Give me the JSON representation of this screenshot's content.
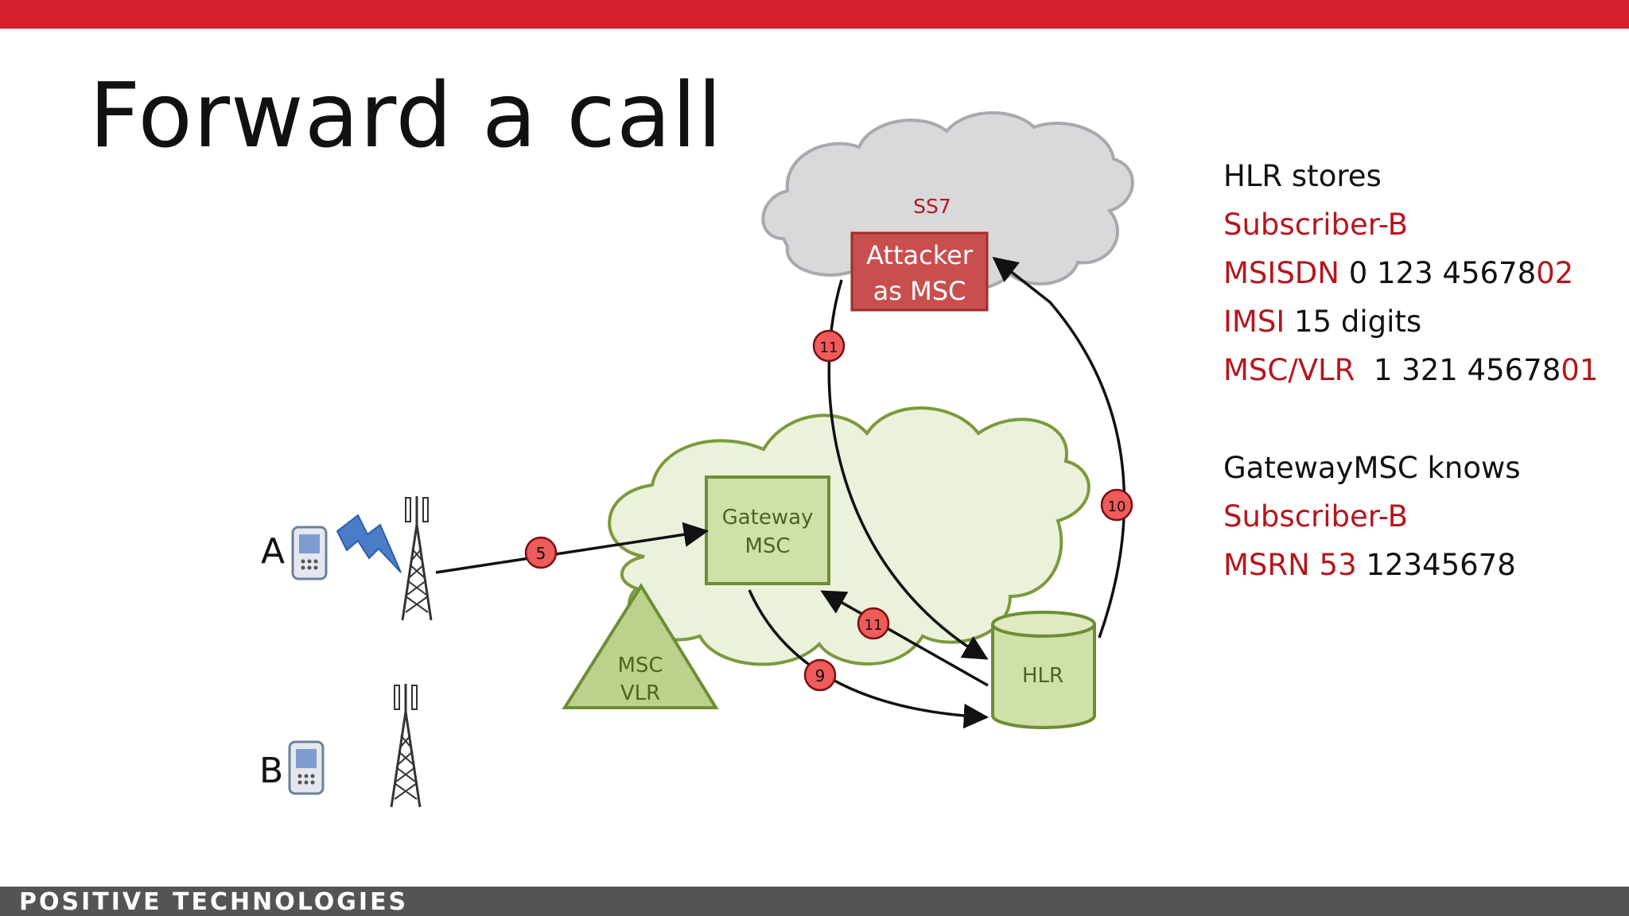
{
  "slide": {
    "title": "Forward a call",
    "footer_logo": "POSITIVE TECHNOLOGIES"
  },
  "diagram": {
    "cloud_label": "SS7",
    "attacker_line1": "Attacker",
    "attacker_line2": "as MSC",
    "gateway_line1": "Gateway",
    "gateway_line2": "MSC",
    "msc_vlr_line1": "MSC",
    "msc_vlr_line2": "VLR",
    "hlr": "HLR",
    "subscriber_a": "A",
    "subscriber_b": "B",
    "steps": {
      "s5": "5",
      "s9": "9",
      "s10": "10",
      "s11a": "11",
      "s11b": "11"
    }
  },
  "hlr_info": {
    "heading": "HLR stores",
    "subscriber": "Subscriber-B",
    "msisdn_label": "MSISDN",
    "msisdn_value": "0 123 45678",
    "msisdn_suffix": "02",
    "imsi_label": "IMSI",
    "imsi_value": "15 digits",
    "mscvlr_label": "MSC/VLR",
    "mscvlr_value": "1 321 45678",
    "mscvlr_suffix": "01"
  },
  "gateway_info": {
    "heading": "GatewayMSC knows",
    "subscriber": "Subscriber-B",
    "msrn_label": "MSRN 53",
    "msrn_value": "12345678"
  },
  "colors": {
    "accent_red": "#d4202c",
    "label_red": "#b5161d",
    "box_green": "#cfe0a8",
    "footer_gray": "#545454"
  }
}
